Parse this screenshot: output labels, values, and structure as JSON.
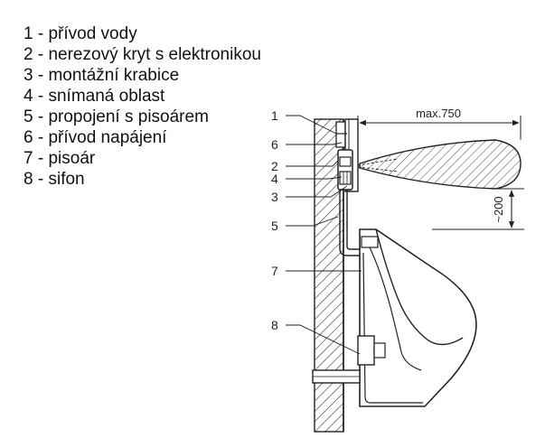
{
  "legend": [
    {
      "number": "1",
      "text": "přívod vody"
    },
    {
      "number": "2",
      "text": "nerezový kryt s elektronikou"
    },
    {
      "number": "3",
      "text": "montážní krabice"
    },
    {
      "number": "4",
      "text": "snímaná oblast"
    },
    {
      "number": "5",
      "text": "propojení s pisoárem"
    },
    {
      "number": "6",
      "text": "přívod napájení"
    },
    {
      "number": "7",
      "text": "pisoár"
    },
    {
      "number": "8",
      "text": "sifon"
    }
  ],
  "callouts": [
    "1",
    "6",
    "2",
    "4",
    "3",
    "5",
    "7",
    "8"
  ],
  "dimensions": {
    "horizontal": "max.750",
    "vertical": "~200"
  }
}
